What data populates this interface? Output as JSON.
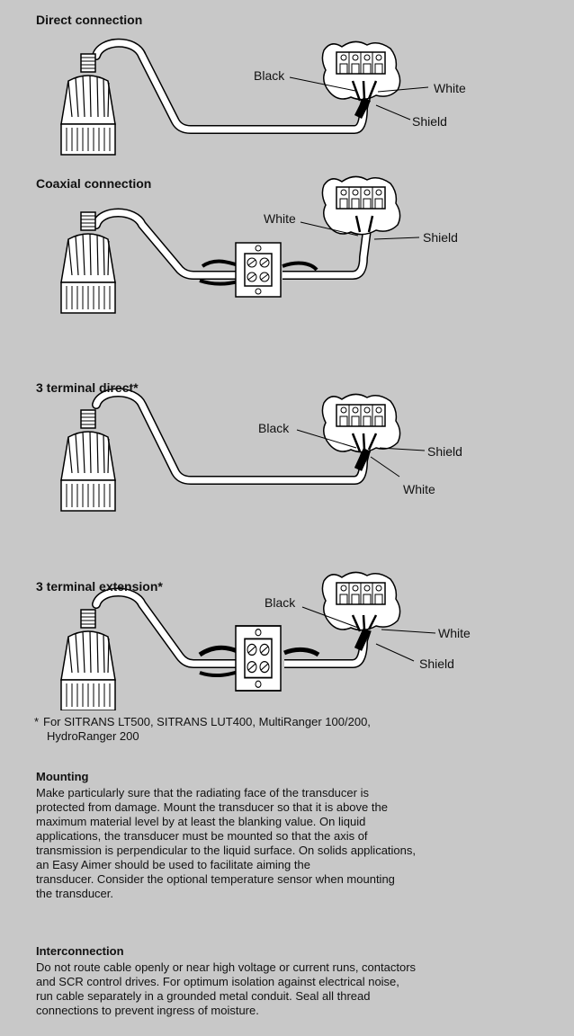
{
  "diagrams": [
    {
      "heading": "Direct connection",
      "labels": [
        "Black",
        "White",
        "Shield"
      ]
    },
    {
      "heading": "Coaxial connection",
      "labels": [
        "White",
        "Shield"
      ]
    },
    {
      "heading": "3  terminal direct*",
      "labels": [
        "Black",
        "Shield",
        "White"
      ]
    },
    {
      "heading": "3 terminal extension*",
      "labels": [
        "Black",
        "White",
        "Shield"
      ]
    }
  ],
  "footnote": {
    "star": "*",
    "lines": [
      "For SITRANS LT500, SITRANS LUT400, MultiRanger 100/200,",
      "HydroRanger 200"
    ]
  },
  "mounting": {
    "title": "Mounting",
    "lines": [
      "Make particularly sure that the radiating face of the transducer is",
      "protected from damage. Mount the transducer so that it is above the",
      "maximum material level by at least the blanking value. On liquid",
      "applications, the transducer must be mounted so that the axis of",
      "transmission is perpendicular to the liquid surface. On solids applications,",
      "an Easy Aimer should be used to facilitate aiming the",
      "transducer. Consider the optional temperature sensor when mounting",
      "the transducer."
    ]
  },
  "interconnection": {
    "title": "Interconnection",
    "lines": [
      "Do not route cable openly or near high voltage or current runs, contactors",
      "and SCR control drives. For optimum isolation against electrical noise,",
      "run cable separately in a grounded metal conduit. Seal all thread",
      "connections to prevent ingress of moisture."
    ]
  }
}
